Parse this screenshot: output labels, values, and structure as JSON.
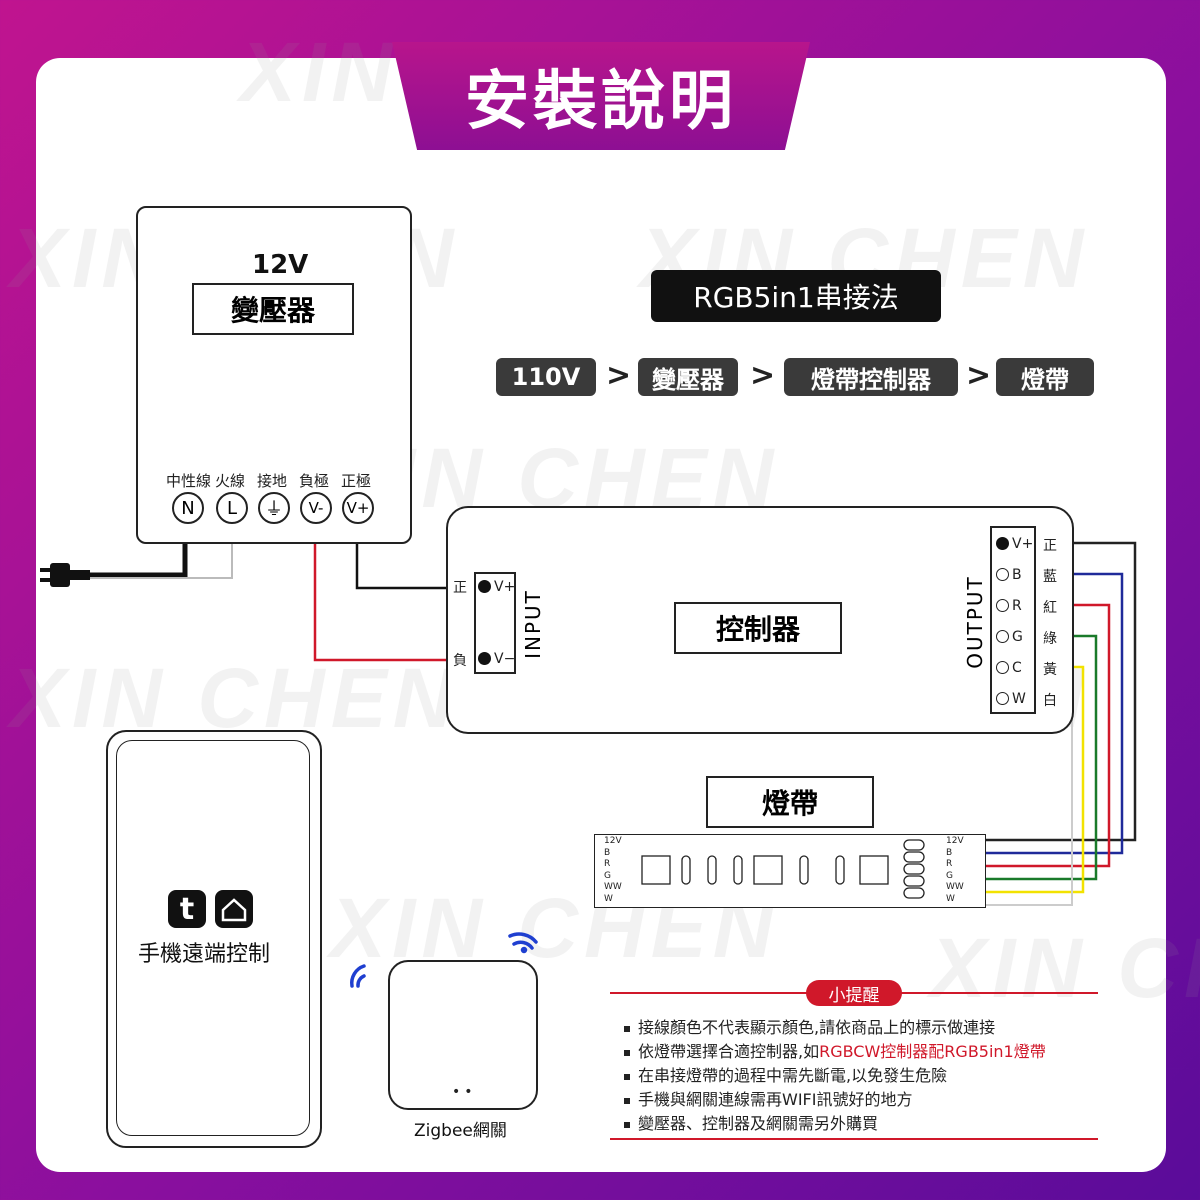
{
  "title": "安裝說明",
  "watermark": "XIN CHEN",
  "transformer": {
    "voltage": "12V",
    "name": "變壓器"
  },
  "terminals": [
    {
      "label": "中性線",
      "symbol": "N"
    },
    {
      "label": "火線",
      "symbol": "L"
    },
    {
      "label": "接地",
      "symbol": "⏚"
    },
    {
      "label": "負極",
      "symbol": "V-"
    },
    {
      "label": "正極",
      "symbol": "V+"
    }
  ],
  "method_title": "RGB5in1串接法",
  "chain": [
    "110V",
    "變壓器",
    "燈帶控制器",
    "燈帶"
  ],
  "controller": {
    "name": "控制器",
    "input_label": "INPUT",
    "output_label": "OUTPUT",
    "inputs": [
      {
        "cn": "正",
        "pin": "V+"
      },
      {
        "cn": "負",
        "pin": "V−"
      }
    ],
    "outputs": [
      {
        "pin": "V+",
        "cn": "正",
        "color": "#222222"
      },
      {
        "pin": "B",
        "cn": "藍",
        "color": "#1f2a9a"
      },
      {
        "pin": "R",
        "cn": "紅",
        "color": "#d0182a"
      },
      {
        "pin": "G",
        "cn": "綠",
        "color": "#1a7a2a"
      },
      {
        "pin": "C",
        "cn": "黃",
        "color": "#f2e200"
      },
      {
        "pin": "W",
        "cn": "白",
        "color": "#cccccc"
      }
    ]
  },
  "strip": {
    "name": "燈帶",
    "pins": [
      "12V",
      "B",
      "R",
      "G",
      "WW",
      "W"
    ]
  },
  "phone": {
    "caption": "手機遠端控制"
  },
  "gateway": {
    "caption": "Zigbee網關"
  },
  "tips": {
    "title": "小提醒",
    "items": [
      {
        "text": "接線顏色不代表顯示顏色,請依商品上的標示做連接"
      },
      {
        "text": "依燈帶選擇合適控制器,如",
        "highlight": "RGBCW控制器配RGB5in1燈帶"
      },
      {
        "text": "在串接燈帶的過程中需先斷電,以免發生危險"
      },
      {
        "text": "手機與網關連線需再WIFI訊號好的地方"
      },
      {
        "text": "變壓器、控制器及網關需另外購買"
      }
    ]
  },
  "colors": {
    "accent": "#b8158c",
    "tipRed": "#d0182a",
    "pill": "#3a3a3a"
  }
}
